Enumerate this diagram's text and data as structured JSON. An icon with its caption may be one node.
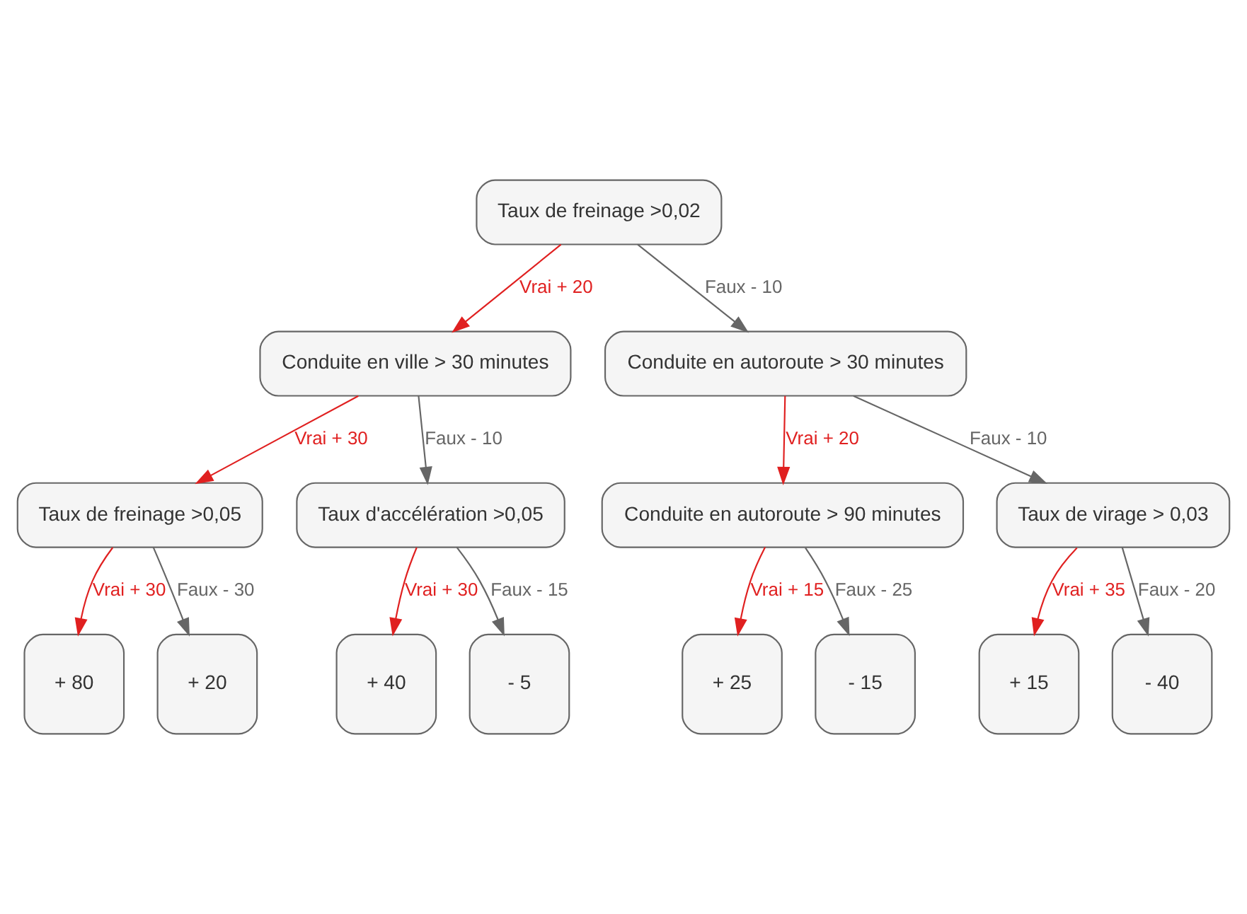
{
  "diagram": {
    "nodes": [
      {
        "text": [
          "Taux de freinage >0,02"
        ]
      },
      {
        "text": [
          "Conduite en ville > 30 minutes"
        ]
      },
      {
        "text": [
          "Conduite en autoroute > 30 minutes"
        ]
      },
      {
        "text": [
          "Taux de freinage >0,05"
        ]
      },
      {
        "text": [
          "Taux d'accélération >0,05"
        ]
      },
      {
        "text": [
          "Conduite en autoroute > 90 minutes"
        ]
      },
      {
        "text": [
          "Taux de virage > 0,03"
        ]
      },
      {
        "text": [
          "+ 80"
        ]
      },
      {
        "text": [
          "+ 20"
        ]
      },
      {
        "text": [
          "+ 40"
        ]
      },
      {
        "text": [
          "- 5"
        ]
      },
      {
        "text": [
          "+ 25"
        ]
      },
      {
        "text": [
          "- 15"
        ]
      },
      {
        "text": [
          "+ 15"
        ]
      },
      {
        "text": [
          "- 40"
        ]
      }
    ],
    "edges": [
      {
        "from": 0,
        "to": 1,
        "arrow": "to",
        "label": "Vrai + 20",
        "color": "#e02020"
      },
      {
        "from": 0,
        "to": 2,
        "arrow": "to",
        "label": "Faux - 10",
        "color": "#666666"
      },
      {
        "from": 1,
        "to": 3,
        "arrow": "to",
        "label": "Vrai + 30",
        "color": "#e02020"
      },
      {
        "from": 1,
        "to": 4,
        "arrow": "to",
        "label": "Faux - 10",
        "color": "#666666"
      },
      {
        "from": 2,
        "to": 5,
        "arrow": "to",
        "label": "Vrai + 20",
        "color": "#e02020"
      },
      {
        "from": 2,
        "to": 6,
        "arrow": "to",
        "label": "Faux - 10",
        "color": "#666666"
      },
      {
        "from": 3,
        "to": 7,
        "arrow": "to",
        "label": "Vrai + 30",
        "color": "#e02020"
      },
      {
        "from": 3,
        "to": 8,
        "arrow": "to",
        "label": "Faux - 30",
        "color": "#666666"
      },
      {
        "from": 4,
        "to": 9,
        "arrow": "to",
        "label": "Vrai + 30",
        "color": "#e02020"
      },
      {
        "from": 4,
        "to": 10,
        "arrow": "to",
        "label": "Faux - 15",
        "color": "#666666"
      },
      {
        "from": 5,
        "to": 11,
        "arrow": "to",
        "label": "Vrai + 15",
        "color": "#e02020"
      },
      {
        "from": 5,
        "to": 12,
        "arrow": "to",
        "label": "Faux - 25",
        "color": "#666666"
      },
      {
        "from": 6,
        "to": 13,
        "arrow": "to",
        "label": "Vrai + 35",
        "color": "#e02020"
      },
      {
        "from": 6,
        "to": 14,
        "arrow": "to",
        "label": "Faux - 20",
        "color": "#666666"
      }
    ]
  }
}
